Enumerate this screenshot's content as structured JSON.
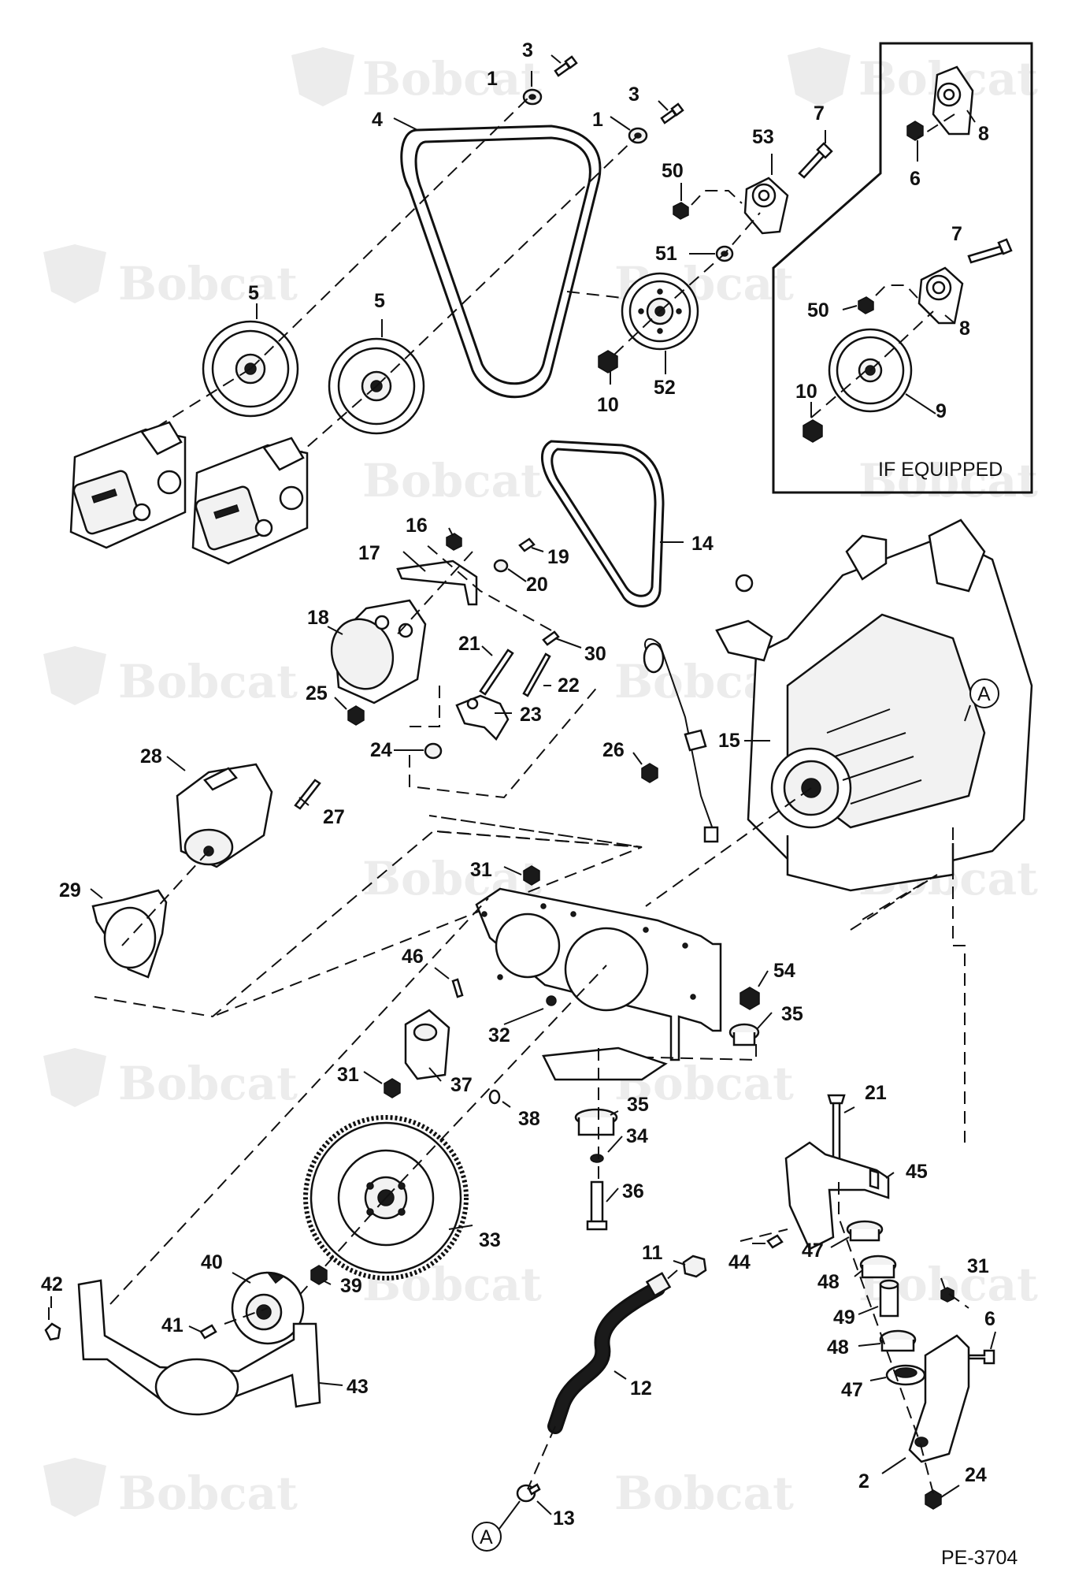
{
  "watermark": {
    "text": "Bobcat"
  },
  "inset": {
    "caption": "IF EQUIPPED"
  },
  "drawing_id": "PE-3704",
  "connectors": {
    "a_top": "A",
    "a_bottom": "A"
  },
  "callouts": {
    "c3a": "3",
    "c1a": "1",
    "c3b": "3",
    "c1b": "1",
    "c4": "4",
    "c7a": "7",
    "c53": "53",
    "c50a": "50",
    "c51": "51",
    "c52": "52",
    "c10a": "10",
    "c5a": "5",
    "c5b": "5",
    "c8a": "8",
    "c6a": "6",
    "c7b": "7",
    "c50b": "50",
    "c8b": "8",
    "c10b": "10",
    "c9": "9",
    "c14": "14",
    "c16": "16",
    "c17": "17",
    "c19": "19",
    "c20": "20",
    "c18": "18",
    "c21a": "21",
    "c30": "30",
    "c22": "22",
    "c23": "23",
    "c25": "25",
    "c24a": "24",
    "c26": "26",
    "c15": "15",
    "c28": "28",
    "c27": "27",
    "c29": "29",
    "c31a": "31",
    "c46": "46",
    "c54": "54",
    "c35a": "35",
    "c32": "32",
    "c31b": "31",
    "c37": "37",
    "c38": "38",
    "c35b": "35",
    "c34": "34",
    "c36": "36",
    "c33": "33",
    "c21b": "21",
    "c45": "45",
    "c11": "11",
    "c44": "44",
    "c47a": "47",
    "c48a": "48",
    "c31c": "31",
    "c49": "49",
    "c6b": "6",
    "c48b": "48",
    "c47b": "47",
    "c40": "40",
    "c39": "39",
    "c42": "42",
    "c41": "41",
    "c43": "43",
    "c12": "12",
    "c2": "2",
    "c24b": "24",
    "c13": "13"
  }
}
